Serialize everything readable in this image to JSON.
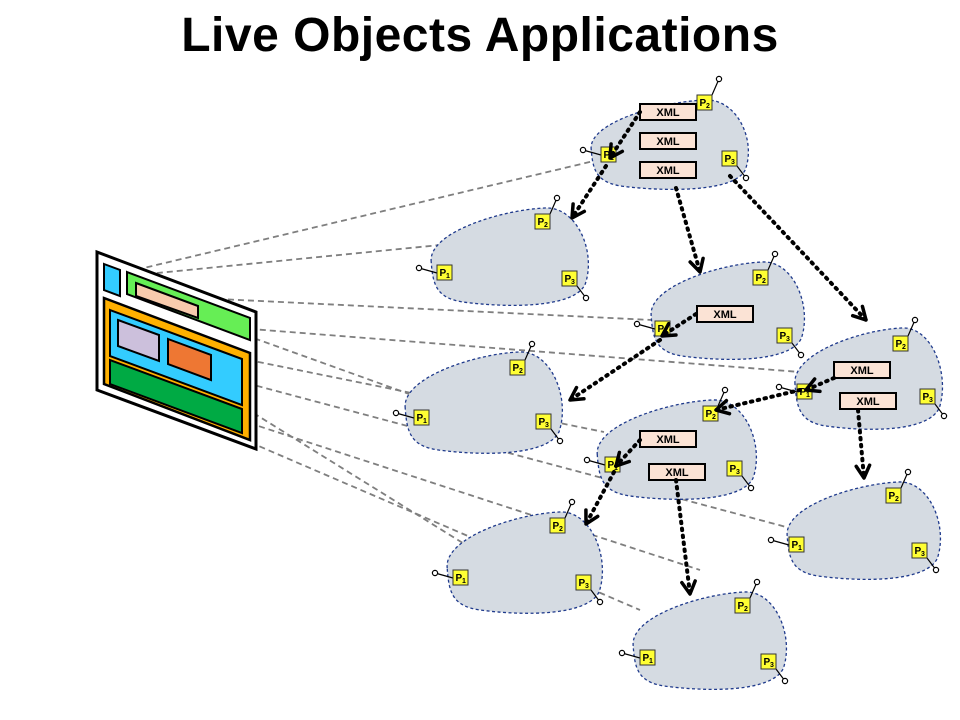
{
  "title": "Live Objects Applications",
  "labels": {
    "xml": "XML",
    "port_letter": "P",
    "port_1": "1",
    "port_2": "2",
    "port_3": "3"
  },
  "colors": {
    "blob_fill": "#d5dbe2",
    "blob_border": "#1f3a8c",
    "port_fill": "#ffff33",
    "xml_fill": "#fbe3d5",
    "window_cyan": "#33ccff",
    "window_orange": "#ffb000",
    "window_green_light": "#66ee55",
    "window_green_dark": "#00aa44",
    "window_peach": "#f8cbad",
    "window_lavender": "#ccc0dc",
    "window_orange_box": "#ee7733"
  },
  "objects": [
    {
      "name": "obj-top",
      "xml": 3
    },
    {
      "name": "obj-a",
      "xml": 0
    },
    {
      "name": "obj-b",
      "xml": 1
    },
    {
      "name": "obj-c",
      "xml": 2
    },
    {
      "name": "obj-d",
      "xml": 0
    },
    {
      "name": "obj-e",
      "xml": 2
    },
    {
      "name": "obj-f",
      "xml": 0
    },
    {
      "name": "obj-g",
      "xml": 0
    },
    {
      "name": "obj-h",
      "xml": 0
    }
  ]
}
